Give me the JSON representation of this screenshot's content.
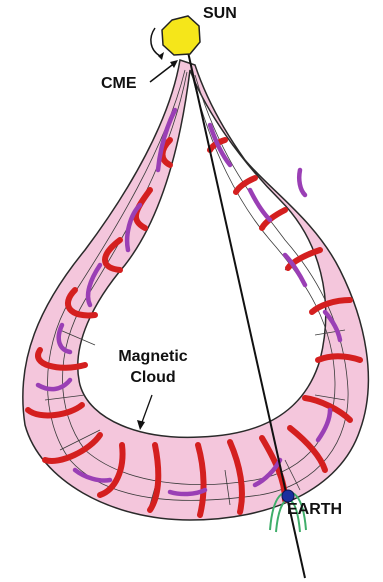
{
  "labels": {
    "sun": "SUN",
    "cme": "CME",
    "magnetic_cloud_line1": "Magnetic",
    "magnetic_cloud_line2": "Cloud",
    "earth": "EARTH"
  },
  "colors": {
    "sun_fill": "#f5e61a",
    "cloud_fill": "#f4c6dc",
    "cloud_outline": "#2a2a2a",
    "rope_red": "#d41f1f",
    "rope_purple": "#9a3fb5",
    "earth_blue": "#1b2f9e",
    "magnetosphere_green": "#3fae6a",
    "sun_earth_line": "#111111"
  },
  "icons": [
    "sun-icon",
    "earth-icon"
  ]
}
